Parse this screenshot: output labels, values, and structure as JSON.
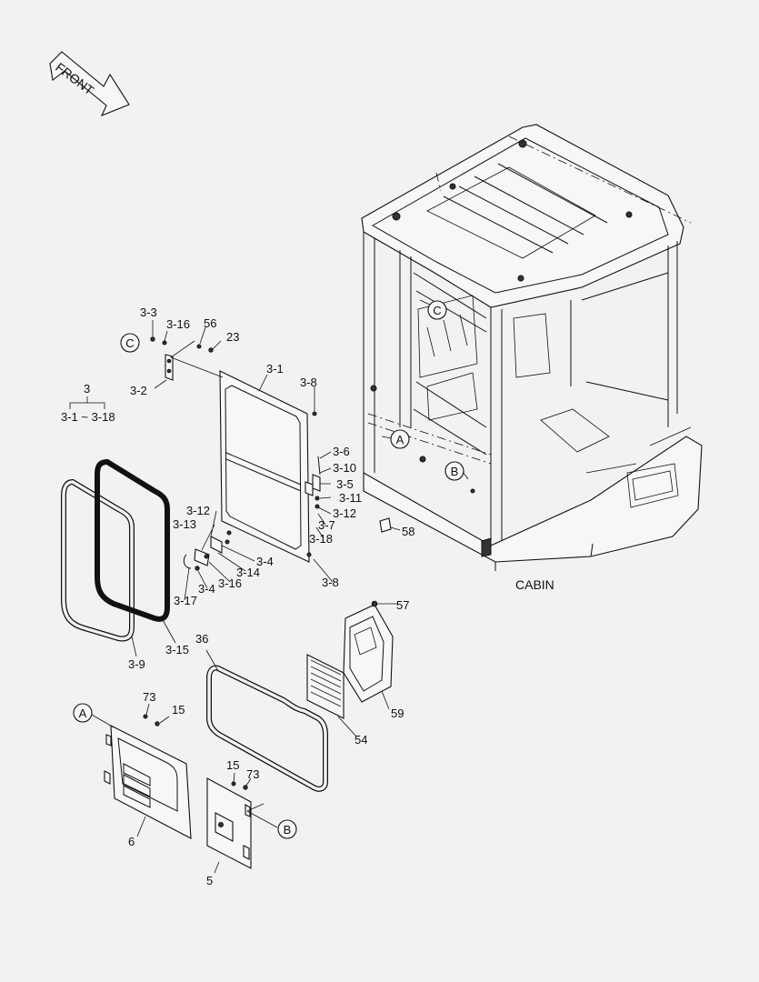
{
  "front_arrow": {
    "label": "FRONT"
  },
  "cabin_label": "CABIN",
  "group": {
    "number": "3",
    "range": "3-1 ~ 3-18"
  },
  "callouts": [
    {
      "id": "c-top",
      "letter": "C"
    },
    {
      "id": "c-cab",
      "letter": "C"
    },
    {
      "id": "a-cab",
      "letter": "A"
    },
    {
      "id": "b-cab",
      "letter": "B"
    },
    {
      "id": "a-low",
      "letter": "A"
    },
    {
      "id": "b-low",
      "letter": "B"
    }
  ],
  "part_labels": [
    "3-3",
    "3-16",
    "56",
    "23",
    "3-2",
    "3-1",
    "3-8",
    "3-6",
    "3-10",
    "3-5",
    "3-11",
    "3-12",
    "3-7",
    "3-18",
    "3-12",
    "3-13",
    "3-4",
    "3-14",
    "3-16",
    "3-4",
    "3-17",
    "3-8",
    "3-9",
    "3-15",
    "58",
    "57",
    "36",
    "59",
    "54",
    "73",
    "15",
    "6",
    "15",
    "73",
    "5"
  ]
}
